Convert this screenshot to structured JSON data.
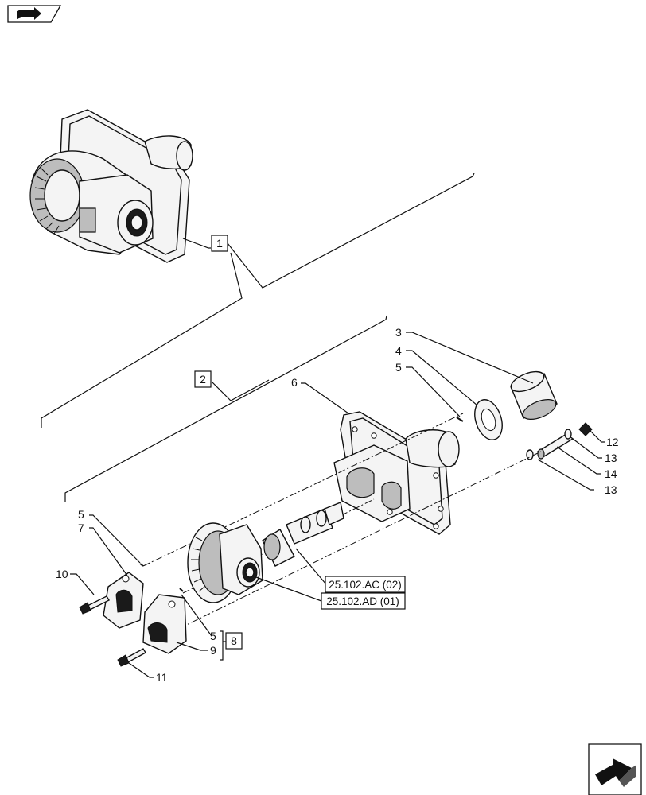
{
  "callouts": {
    "c1": "1",
    "c2": "2",
    "c3": "3",
    "c4": "4",
    "c5a": "5",
    "c6": "6",
    "c12": "12",
    "c13a": "13",
    "c14": "14",
    "c13b": "13",
    "c5b": "5",
    "c7": "7",
    "c10": "10",
    "c5c": "5",
    "c8": "8",
    "c9": "9",
    "c11": "11"
  },
  "references": {
    "ref_ac": "25.102.AC (02)",
    "ref_ad": "25.102.AD (01)"
  },
  "icons": {
    "top_left": "book-arrow-icon",
    "bottom_right": "next-page-arrow-icon"
  }
}
